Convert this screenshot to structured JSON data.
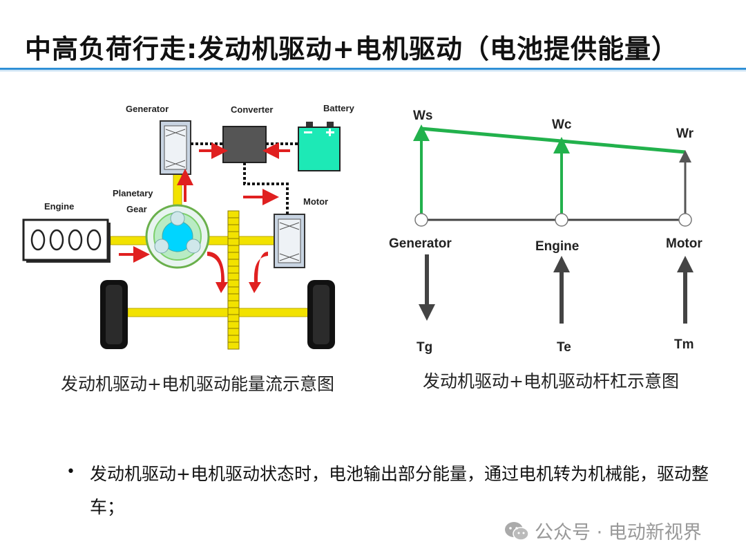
{
  "title": "中高负荷行走:发动机驱动+电机驱动（电池提供能量）",
  "left_diagram": {
    "labels": {
      "generator": "Generator",
      "converter": "Converter",
      "battery": "Battery",
      "planetary": "Planetary",
      "gear": "Gear",
      "engine": "Engine",
      "motor": "Motor"
    },
    "caption": "发动机驱动+电机驱动能量流示意图"
  },
  "right_diagram": {
    "top_labels": {
      "ws": "Ws",
      "wc": "Wc",
      "wr": "Wr"
    },
    "node_labels": {
      "generator": "Generator",
      "engine": "Engine",
      "motor": "Motor"
    },
    "bottom_labels": {
      "tg": "Tg",
      "te": "Te",
      "tm": "Tm"
    },
    "caption": "发动机驱动+电机驱动杆杠示意图"
  },
  "bullet": "发动机驱动+电机驱动状态时，电池输出部分能量，通过电机转为机械能，驱动整车；",
  "watermark": "公众号 · 电动新视界",
  "colors": {
    "accent_line": "#2e8fd6",
    "green": "#22b14c",
    "red": "#e02020",
    "yellow": "#f2e200",
    "battery": "#1de9b6"
  }
}
